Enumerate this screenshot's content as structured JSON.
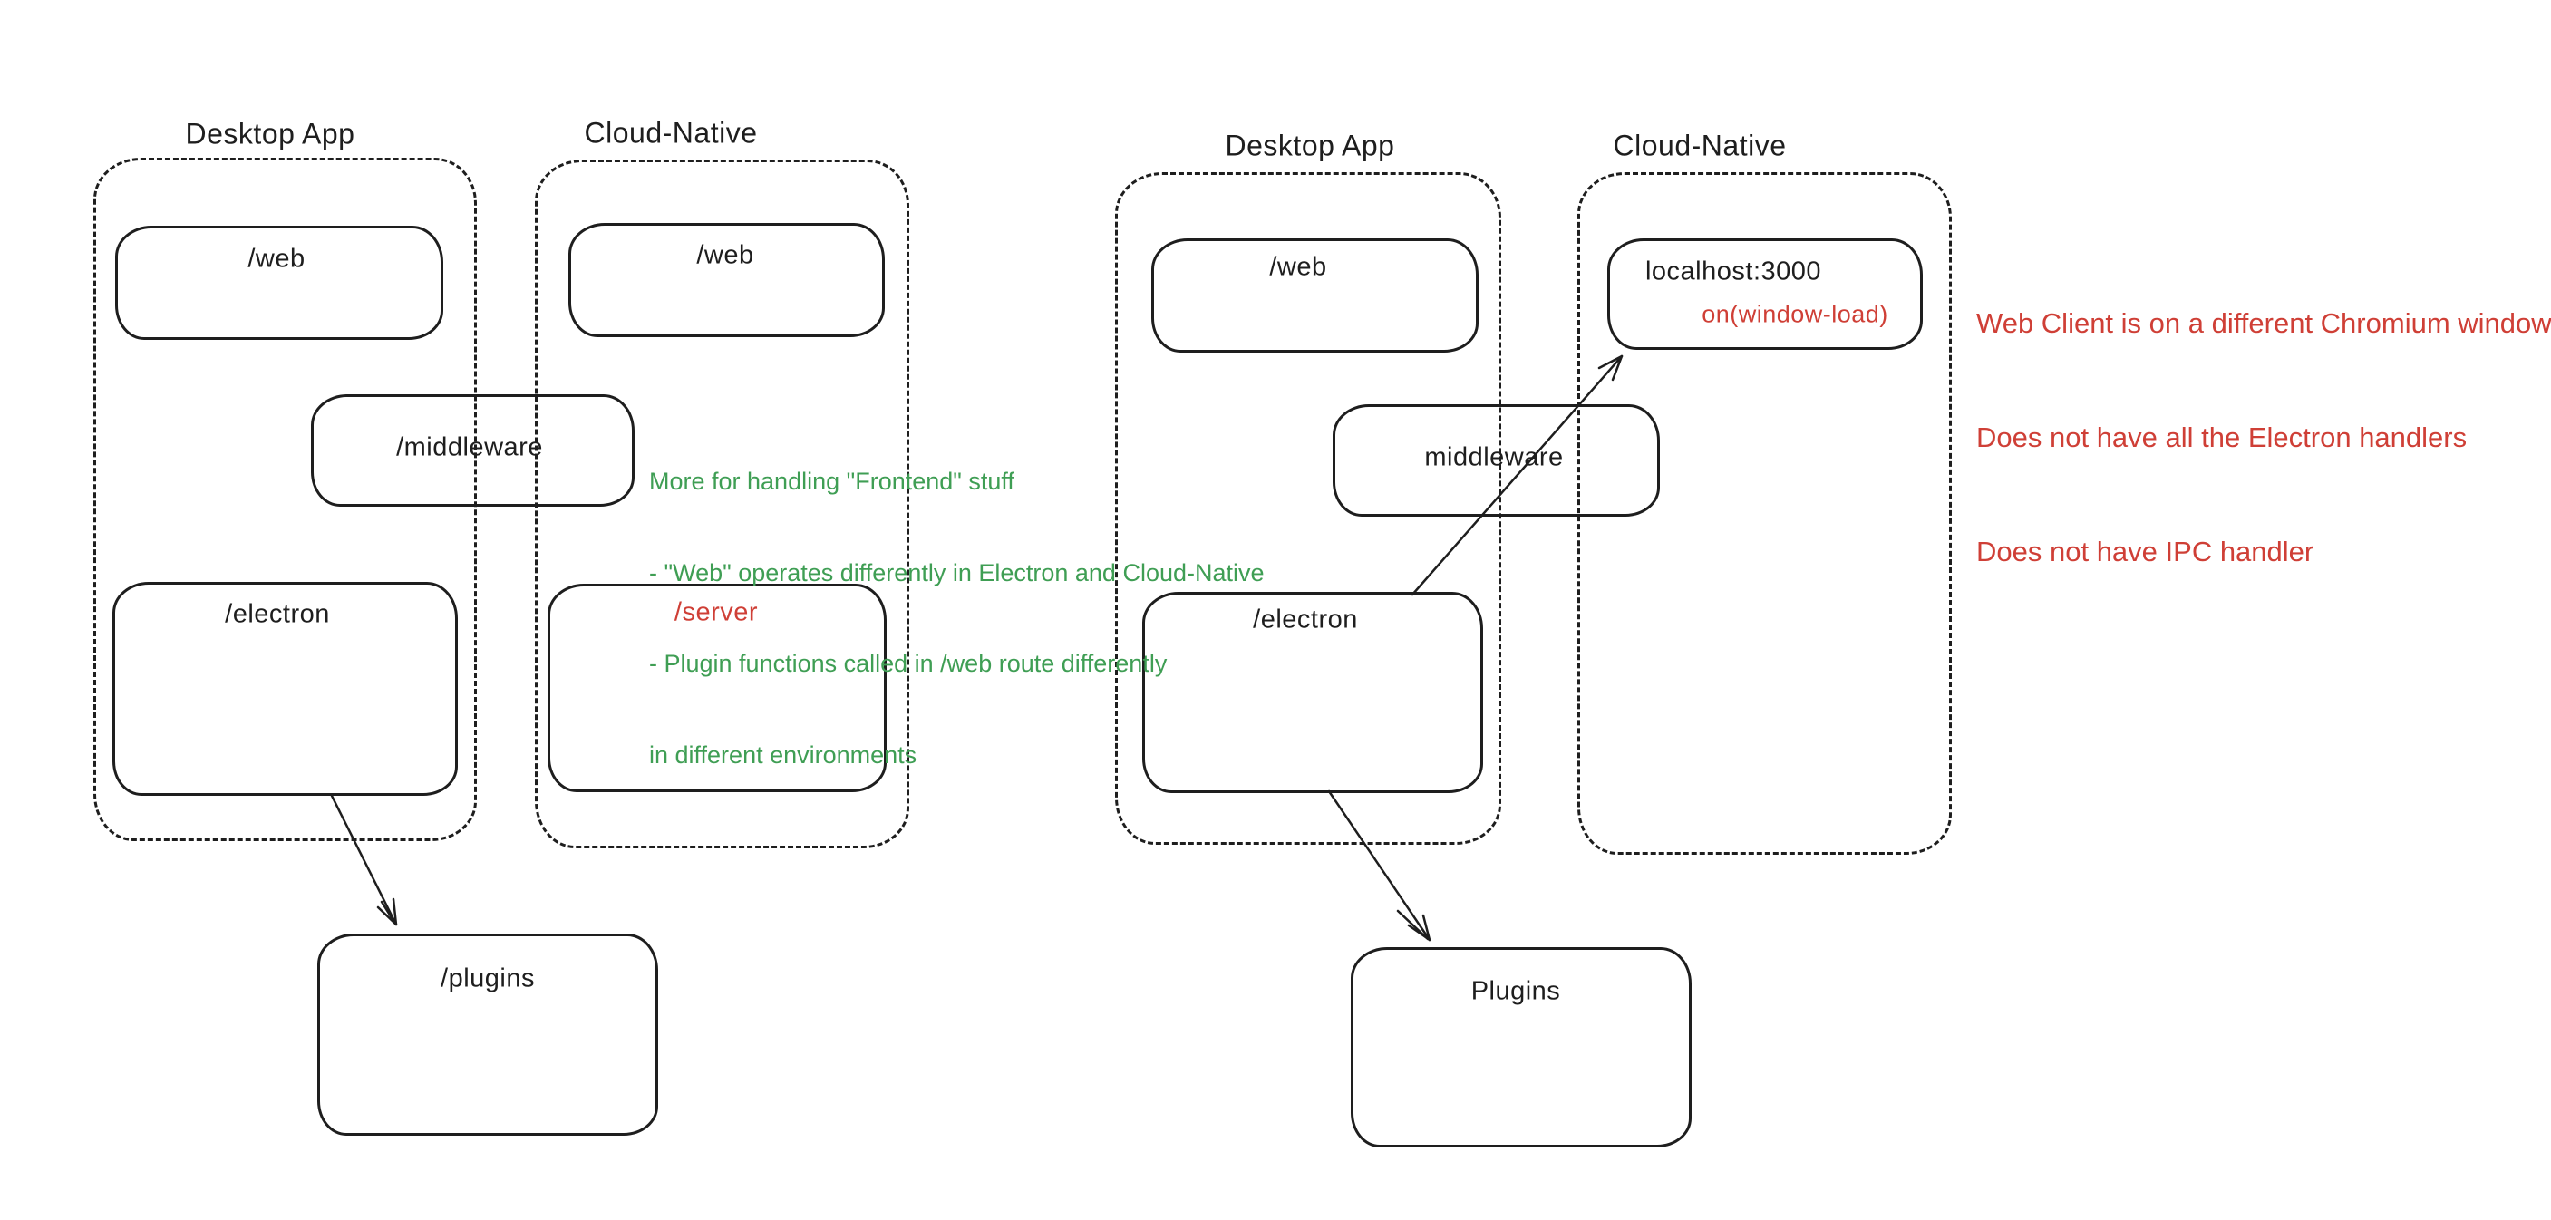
{
  "colors": {
    "ink": "#1e1e1e",
    "green": "#3f9e54",
    "red": "#cf3f36"
  },
  "left_group": {
    "desktop_title": "Desktop App",
    "cloud_title": "Cloud-Native",
    "web_desktop_label": "/web",
    "web_cloud_label": "/web",
    "middleware_label": "/middleware",
    "electron_label": "/electron",
    "server_label": "/server",
    "plugins_label": "/plugins"
  },
  "right_group": {
    "desktop_title": "Desktop App",
    "cloud_title": "Cloud-Native",
    "web_label": "/web",
    "localhost_label": "localhost:3000",
    "on_window_load_label": "on(window-load)",
    "middleware_label": "middleware",
    "electron_label": "/electron",
    "plugins_label": "Plugins"
  },
  "notes": {
    "green": {
      "lines": [
        "More for handling \"Frontend\" stuff",
        "- \"Web\" operates differently in Electron and Cloud-Native",
        "- Plugin functions called in /web route differently",
        "in different environments"
      ]
    },
    "red": {
      "lines": [
        "Web Client is on a different Chromium window",
        "Does not have all the Electron handlers",
        "Does not have IPC handler"
      ]
    }
  }
}
